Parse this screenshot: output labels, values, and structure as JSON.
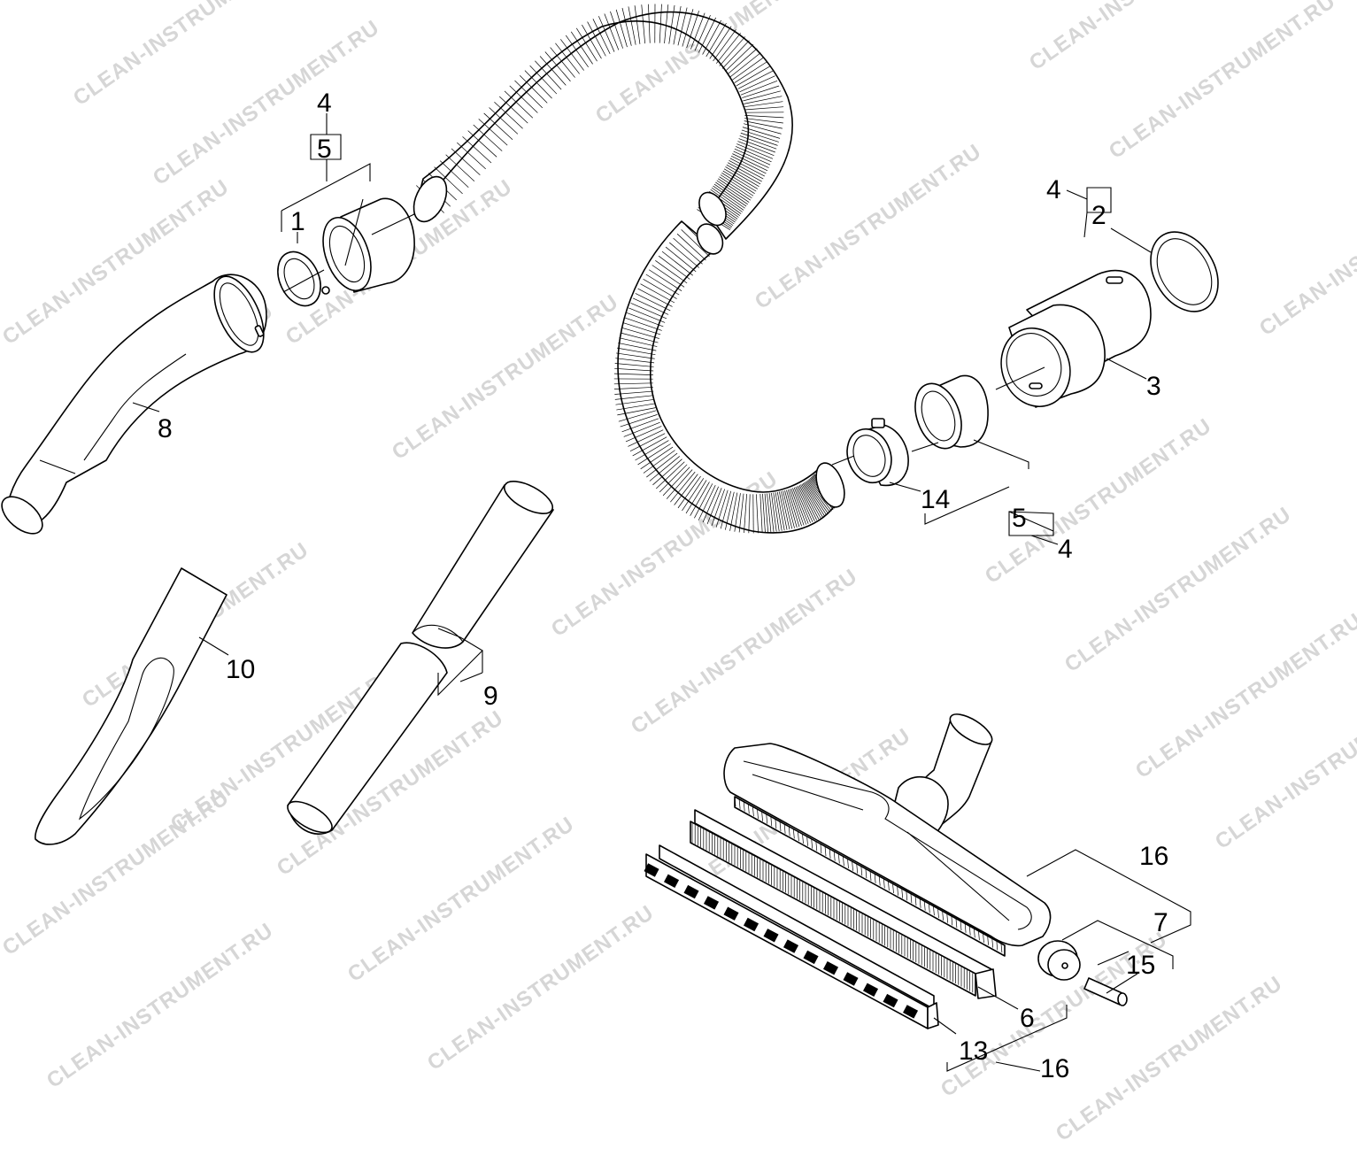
{
  "watermark": "CLEAN-INSTRUMENT.RU",
  "callouts": {
    "c_4a": "4",
    "c_5a": "5",
    "c_1": "1",
    "c_8": "8",
    "c_4b": "4",
    "c_2": "2",
    "c_3": "3",
    "c_14": "14",
    "c_5b": "5",
    "c_4c": "4",
    "c_10": "10",
    "c_9": "9",
    "c_16a": "16",
    "c_7": "7",
    "c_15": "15",
    "c_6": "6",
    "c_13": "13",
    "c_16b": "16"
  }
}
